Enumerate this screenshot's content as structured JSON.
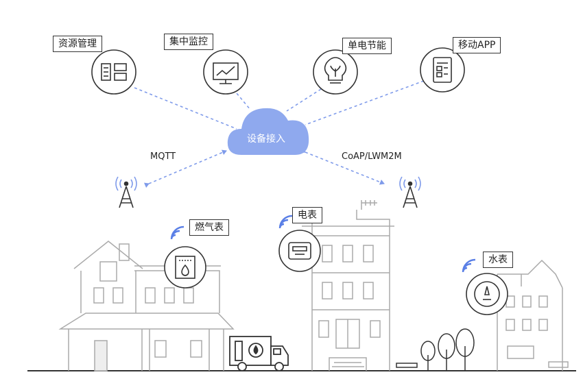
{
  "cloud": {
    "label": "设备接入"
  },
  "platform_apps": [
    {
      "id": "resource",
      "label": "资源管理",
      "icon": "resource-grid-icon"
    },
    {
      "id": "monitor",
      "label": "集中监控",
      "icon": "monitor-chart-icon"
    },
    {
      "id": "energy",
      "label": "单电节能",
      "icon": "lightbulb-icon"
    },
    {
      "id": "mobile",
      "label": "移动APP",
      "icon": "mobile-document-icon"
    }
  ],
  "protocols": {
    "left": "MQTT",
    "right": "CoAP/LWM2M"
  },
  "meters": [
    {
      "id": "gas",
      "label": "燃气表",
      "icon": "gas-meter-icon"
    },
    {
      "id": "electric",
      "label": "电表",
      "icon": "electric-meter-icon"
    },
    {
      "id": "water",
      "label": "水表",
      "icon": "water-meter-icon"
    }
  ],
  "colors": {
    "cloud": "#8fa9ee",
    "dash": "#7f9bea",
    "wifi": "#5a7fe6",
    "line": "#aaaaaa",
    "stroke": "#333333"
  }
}
